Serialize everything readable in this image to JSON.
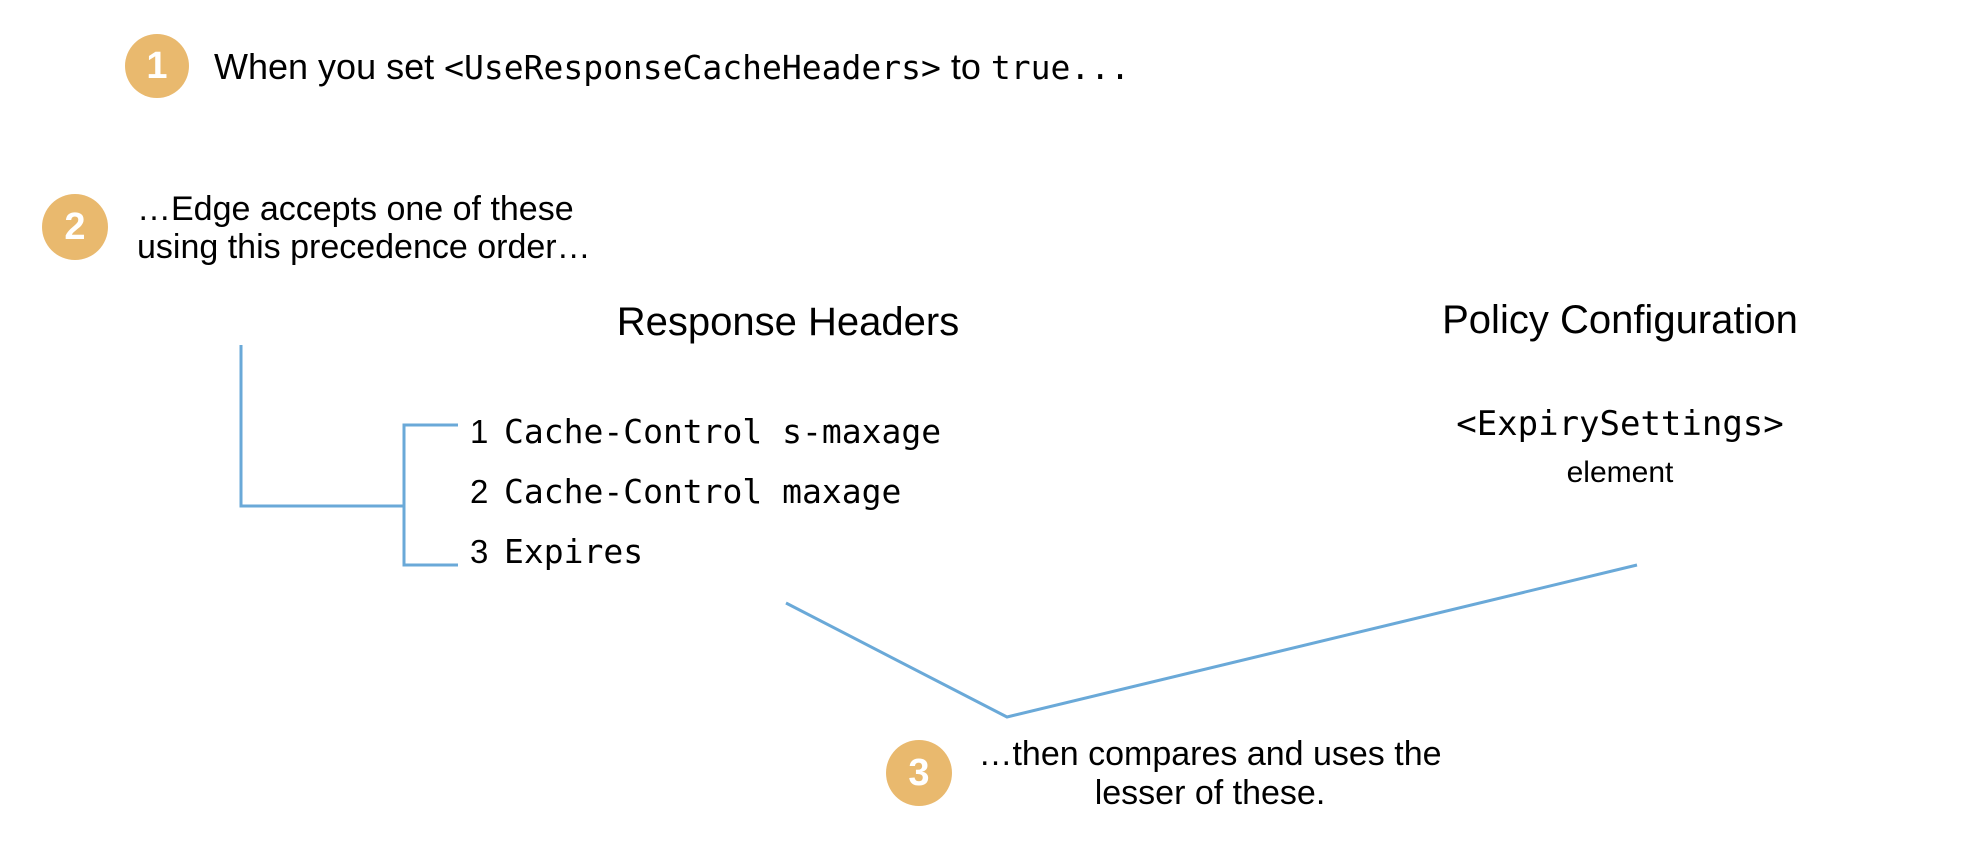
{
  "palette": {
    "badge_fill": "#e9b96e",
    "badge_text": "#ffffff",
    "connector": "#6aa9d8",
    "text": "#000000",
    "background": "#ffffff"
  },
  "steps": [
    {
      "number": "1",
      "text_plain": "When you set ",
      "text_code": "<UseResponseCacheHeaders>",
      "text_tail_plain": " to ",
      "text_tail_code": "true..."
    },
    {
      "number": "2",
      "text": "…Edge accepts one of these using this precedence order…"
    },
    {
      "number": "3",
      "text": "…then compares and uses the lesser of these."
    }
  ],
  "columns": {
    "response_headers": {
      "heading": "Response Headers",
      "items": [
        {
          "index": "1",
          "value": "Cache-Control s-maxage"
        },
        {
          "index": "2",
          "value": "Cache-Control maxage"
        },
        {
          "index": "3",
          "value": "Expires"
        }
      ]
    },
    "policy_configuration": {
      "heading": "Policy Configuration",
      "element_name": "<ExpirySettings>",
      "element_word": "element"
    }
  }
}
